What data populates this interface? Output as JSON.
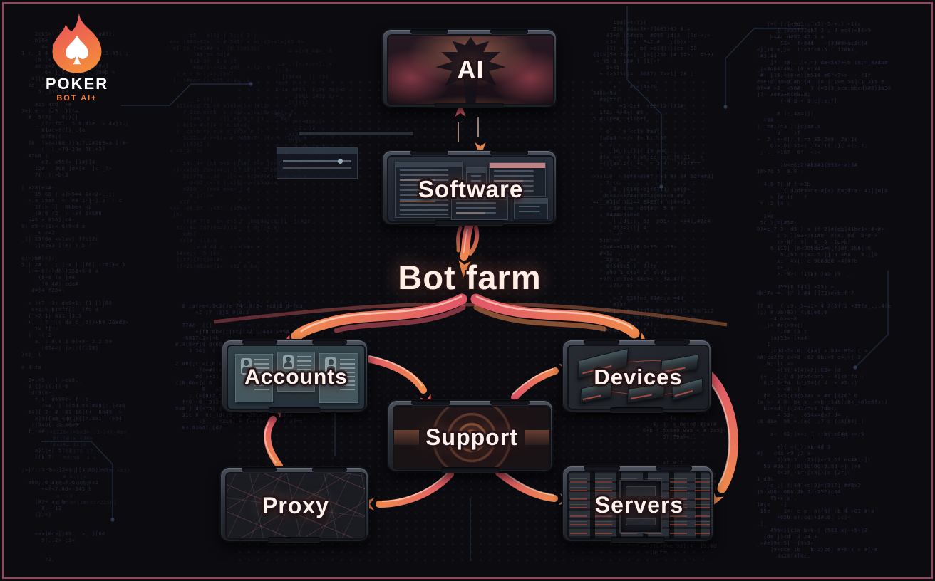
{
  "brand": {
    "name": "POKER",
    "tagline": "BOT AI+",
    "icon": "flame-spade-icon"
  },
  "diagram": {
    "center_label": "Bot farm",
    "nodes": {
      "ai": {
        "label": "AI"
      },
      "software": {
        "label": "Software"
      },
      "accounts": {
        "label": "Accounts"
      },
      "devices": {
        "label": "Devices"
      },
      "support": {
        "label": "Support"
      },
      "proxy": {
        "label": "Proxy"
      },
      "servers": {
        "label": "Servers"
      }
    },
    "connections": [
      {
        "from": "ai",
        "to": "software",
        "bidirectional": true
      },
      {
        "from": "software",
        "to": "bot-farm"
      },
      {
        "from": "bot-farm",
        "to": "accounts"
      },
      {
        "from": "bot-farm",
        "to": "devices"
      },
      {
        "from": "accounts",
        "to": "support"
      },
      {
        "from": "support",
        "to": "devices"
      },
      {
        "from": "proxy",
        "to": "accounts"
      },
      {
        "from": "support",
        "to": "proxy"
      },
      {
        "from": "support",
        "to": "servers"
      },
      {
        "from": "devices",
        "to": "servers"
      }
    ]
  },
  "colors": {
    "arrow_red": "#E2596A",
    "arrow_orange": "#F08A4E",
    "border_pink": "#9C4456",
    "background": "#0B0B10",
    "label_text": "#FFF2EC",
    "brand_orange": "#F2803C"
  }
}
